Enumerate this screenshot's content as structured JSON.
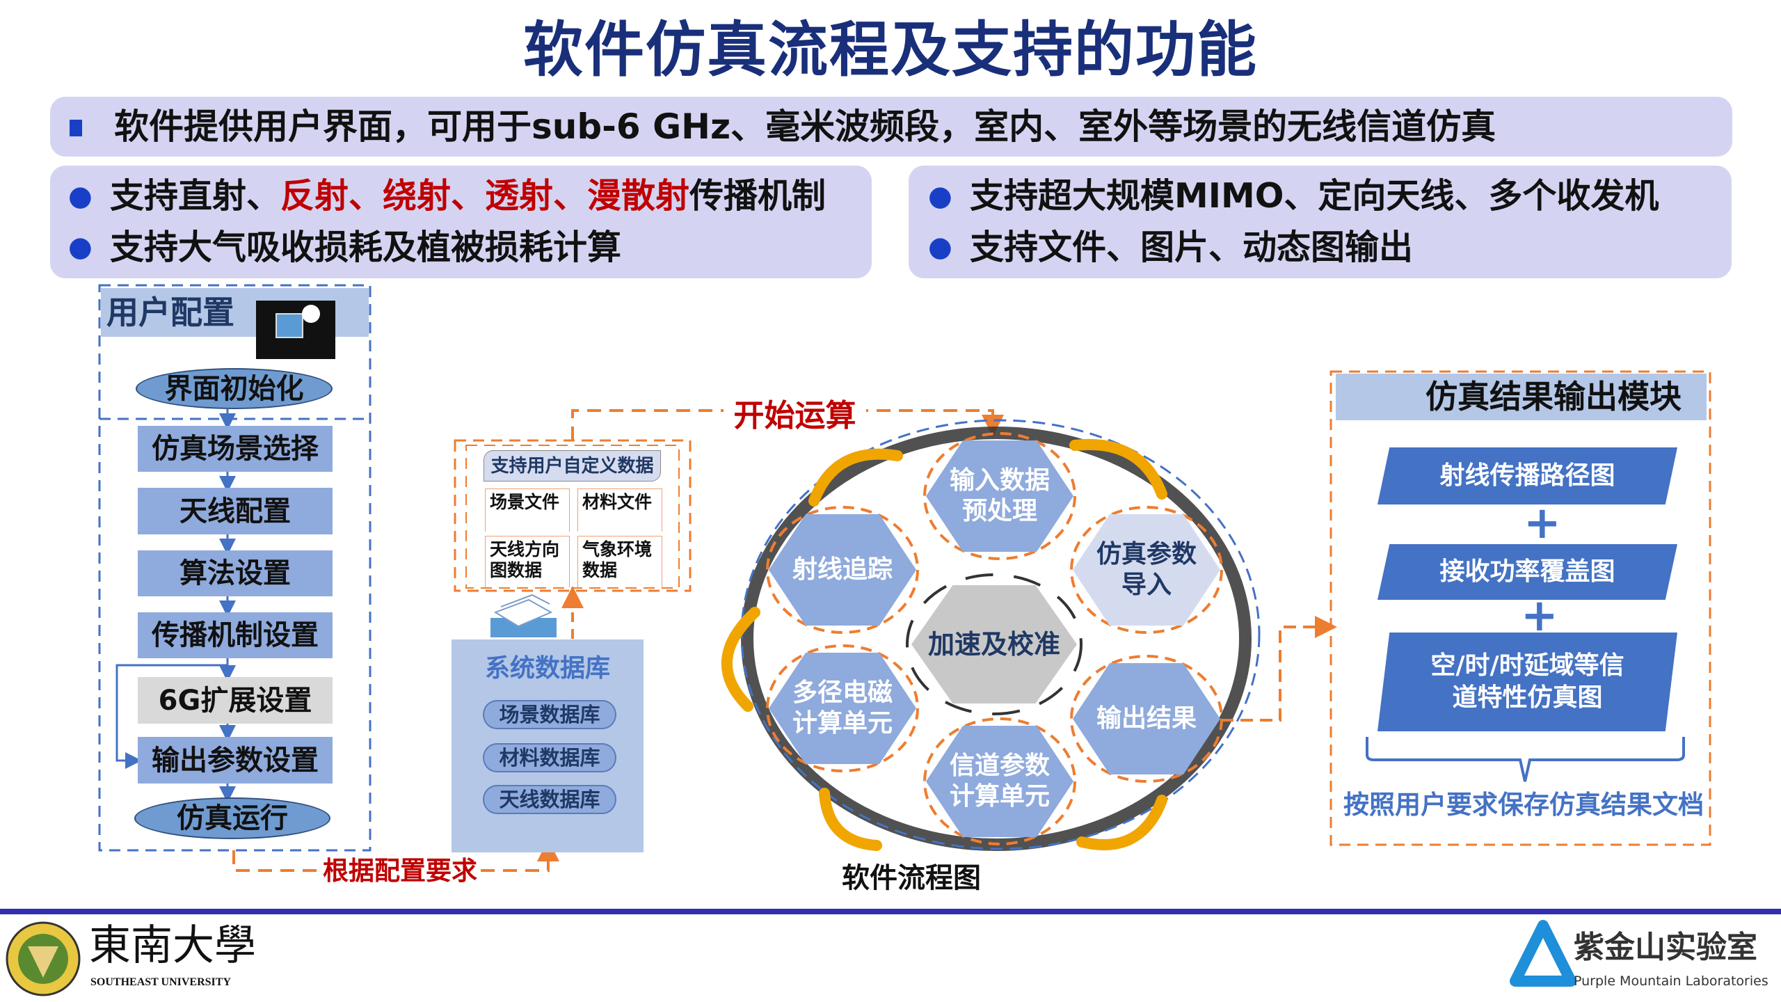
{
  "title": "软件仿真流程及支持的功能",
  "banner": {
    "text": "软件提供用户界面，可用于sub-6 GHz、毫米波频段，室内、室外等场景的无线信道仿真"
  },
  "left_box": {
    "line1": {
      "prefix": "支持直射、",
      "red": "反射、绕射、透射、漫散射",
      "suffix": "传播机制"
    },
    "line2": "支持大气吸收损耗及植被损耗计算"
  },
  "right_box": {
    "line1": "支持超大规模MIMO、定向天线、多个收发机",
    "line2": "支持文件、图片、动态图输出"
  },
  "user_config": {
    "header": "用户配置",
    "init": "界面初始化",
    "steps": [
      "仿真场景选择",
      "天线配置",
      "算法设置",
      "传播机制设置",
      "6G扩展设置",
      "输出参数设置"
    ],
    "run": "仿真运行"
  },
  "config_label": "根据配置要求",
  "custom_data": {
    "title": "支持用户自定义数据",
    "files": [
      "场景文件",
      "材料文件",
      "天线方向图数据",
      "气象环境数据"
    ]
  },
  "system_db": {
    "title": "系统数据库",
    "items": [
      "场景数据库",
      "材料数据库",
      "天线数据库"
    ]
  },
  "start_label": "开始运算",
  "flow": {
    "center": "加速及校准",
    "nodes": [
      "输入数据预处理",
      "仿真参数导入",
      "输出结果",
      "信道参数计算单元",
      "多径电磁计算单元",
      "射线追踪"
    ],
    "caption": "软件流程图"
  },
  "output_module": {
    "header": "仿真结果输出模块",
    "items": [
      "射线传播路径图",
      "接收功率覆盖图",
      "空/时/时延域等信道特性仿真图"
    ],
    "plus": "+",
    "note": "按照用户要求保存仿真结果文档"
  },
  "footer": {
    "left_logo_cn": "東南大學",
    "left_logo_en": "SOUTHEAST UNIVERSITY",
    "right_logo_cn": "紫金山实验室",
    "right_logo_en": "Purple Mountain Laboratories"
  },
  "colors": {
    "title": "#1a2f7a",
    "accent_red": "#c00000",
    "flow_blue": "#8faadc",
    "output_blue": "#4472c4",
    "dash_orange": "#ed7d31",
    "banner": "#d4d4f2"
  }
}
